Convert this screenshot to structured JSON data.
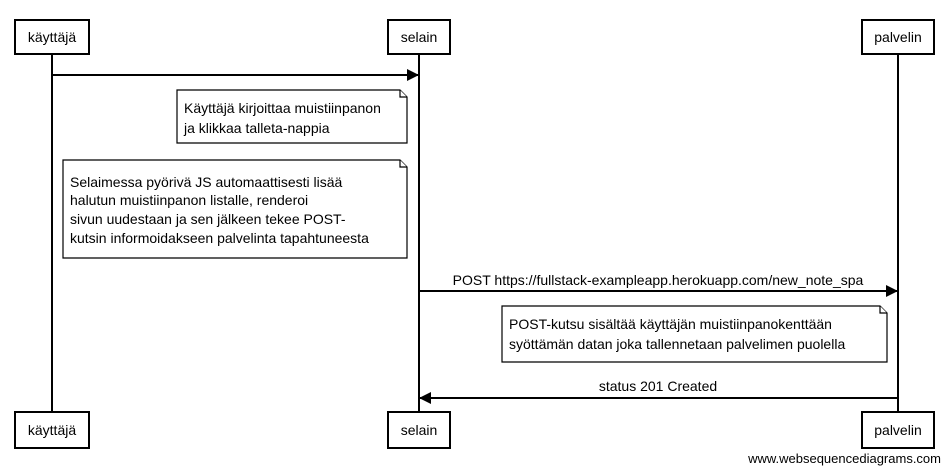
{
  "participants": {
    "user": "käyttäjä",
    "browser": "selain",
    "server": "palvelin"
  },
  "messages": {
    "m1": "",
    "m2": "POST https://fullstack-exampleapp.herokuapp.com/new_note_spa",
    "m3": "status 201 Created"
  },
  "notes": {
    "n1": [
      "Käyttäjä kirjoittaa muistiinpanon",
      "ja klikkaa talleta-nappia"
    ],
    "n2": [
      "Selaimessa pyörivä JS automaattisesti lisää",
      "halutun muistiinpanon listalle, renderoi",
      "sivun uudestaan ja sen jälkeen tekee POST-",
      "kutsin informoidakseen palvelinta tapahtuneesta"
    ],
    "n3": [
      "POST-kutsu sisältää käyttäjän muistiinpanokenttään",
      "syöttämän datan joka tallennetaan palvelimen puolella"
    ]
  },
  "watermark": "www.websequencediagrams.com"
}
